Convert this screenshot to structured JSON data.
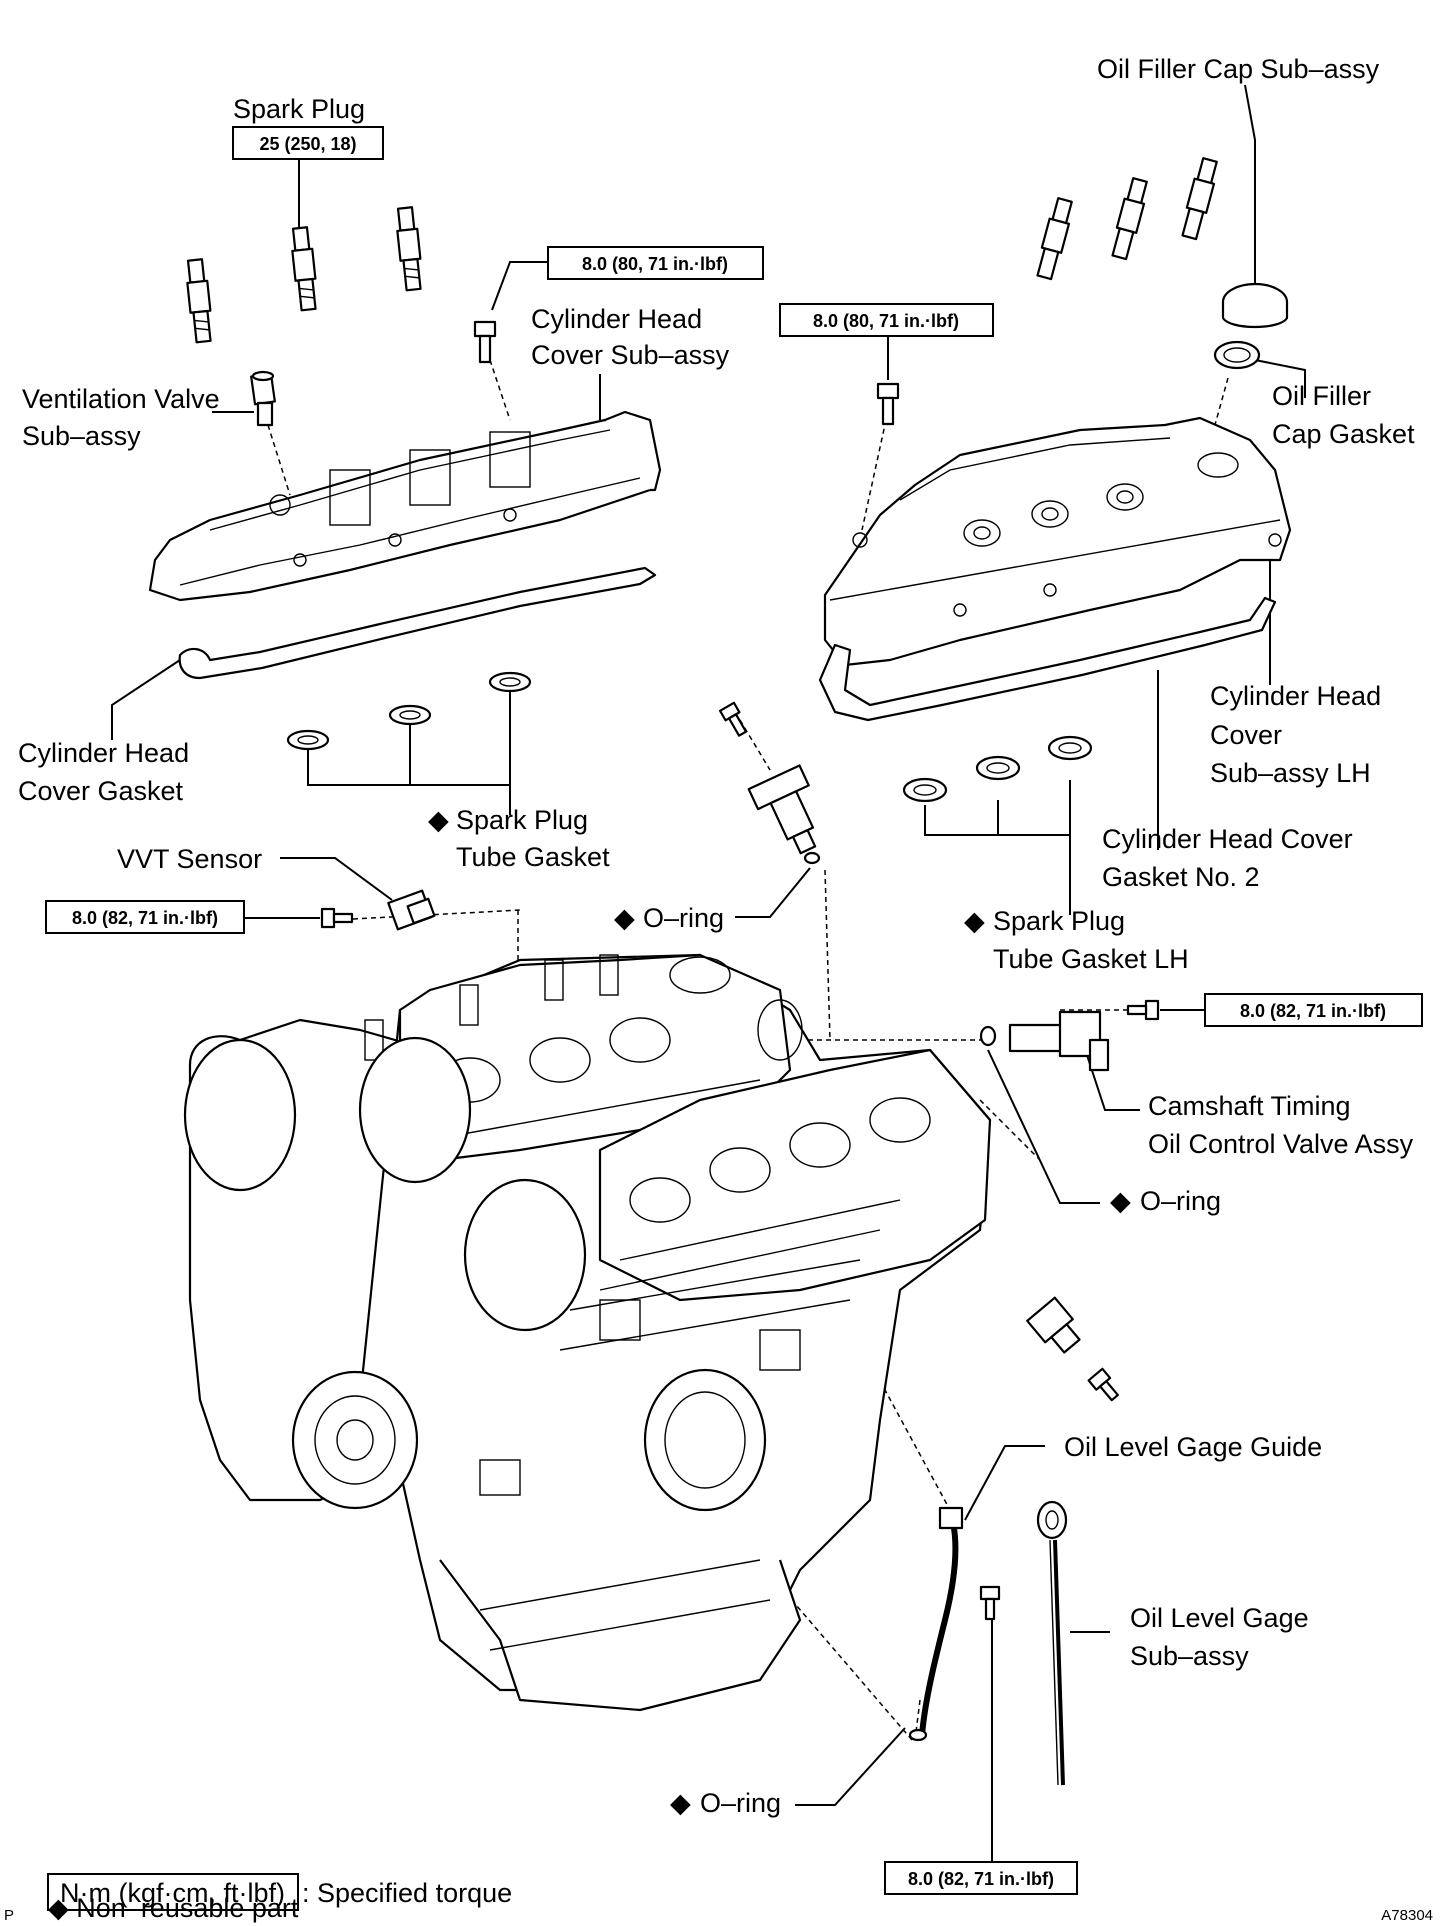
{
  "labels": {
    "spark_plug": "Spark Plug",
    "oil_filler_cap": "Oil Filler Cap Sub–assy",
    "cyl_head_cover_1": "Cylinder Head",
    "cyl_head_cover_2": "Cover Sub–assy",
    "ventilation_valve_1": "Ventilation Valve",
    "ventilation_valve_2": "Sub–assy",
    "oil_filler_gasket_1": "Oil Filler",
    "oil_filler_gasket_2": "Cap Gasket",
    "cyl_head_cover_gasket_1": "Cylinder Head",
    "cyl_head_cover_gasket_2": "Cover Gasket",
    "spark_plug_tube_gasket_1": "Spark Plug",
    "spark_plug_tube_gasket_2": "Tube Gasket",
    "cyl_head_cover_lh_1": "Cylinder Head",
    "cyl_head_cover_lh_2": "Cover",
    "cyl_head_cover_lh_3": "Sub–assy LH",
    "cyl_head_cover_gasket_no2_1": "Cylinder Head Cover",
    "cyl_head_cover_gasket_no2_2": "Gasket No. 2",
    "vvt_sensor": "VVT Sensor",
    "o_ring": "O–ring",
    "spark_plug_tube_gasket_lh_1": "Spark Plug",
    "spark_plug_tube_gasket_lh_2": "Tube Gasket LH",
    "camshaft_ocv_1": "Camshaft Timing",
    "camshaft_ocv_2": "Oil Control Valve Assy",
    "oil_level_gage_guide": "Oil Level Gage Guide",
    "oil_level_gage_1": "Oil Level Gage",
    "oil_level_gage_2": "Sub–assy",
    "diamond": "◆"
  },
  "torques": {
    "spark_plug": "25 (250, 18)",
    "head_cover_bolt_rh": "8.0 (80, 71 in.·lbf)",
    "head_cover_bolt_lh": "8.0 (80, 71 in.·lbf)",
    "vvt_sensor_bolt": "8.0 (82, 71 in.·lbf)",
    "ocv_bolt": "8.0 (82, 71 in.·lbf)",
    "gage_guide_bolt": "8.0 (82, 71 in.·lbf)"
  },
  "legend": {
    "unit_box": "N·m (kgf·cm, ft·lbf)",
    "specified_torque": ": Specified torque",
    "non_reusable": "◆ Non–reusable part"
  },
  "corner": {
    "left_mark": "P",
    "figure_id": "A78304"
  }
}
